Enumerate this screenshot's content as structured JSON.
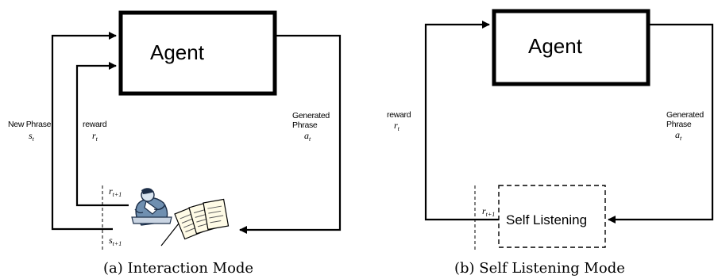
{
  "panel_a": {
    "agent_label": "Agent",
    "new_phrase_label": "New Phrase",
    "new_phrase_var": "s",
    "new_phrase_sub": "t",
    "reward_label": "reward",
    "reward_var": "r",
    "reward_sub": "t",
    "generated_label_1": "Generated",
    "generated_label_2": "Phrase",
    "action_var": "a",
    "action_sub": "t",
    "next_reward_var": "r",
    "next_reward_sub": "t+1",
    "next_state_var": "s",
    "next_state_sub": "t+1",
    "caption": "(a) Interaction Mode"
  },
  "panel_b": {
    "agent_label": "Agent",
    "reward_label": "reward",
    "reward_var": "r",
    "reward_sub": "t",
    "generated_label_1": "Generated",
    "generated_label_2": "Phrase",
    "action_var": "a",
    "action_sub": "t",
    "next_reward_var": "r",
    "next_reward_sub": "t+1",
    "self_listening_label": "Self Listening",
    "caption": "(b) Self Listening Mode"
  }
}
